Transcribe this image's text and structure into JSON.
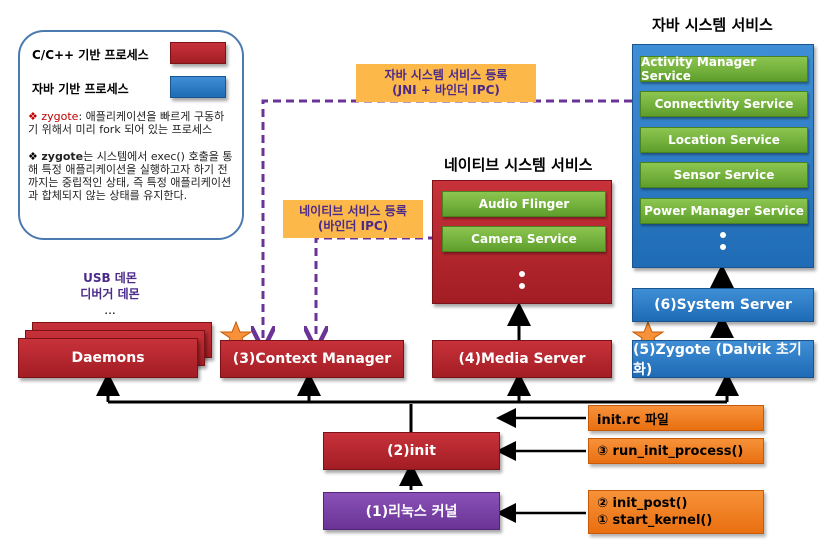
{
  "legend": {
    "cpp_label": "C/C++ 기반 프로세스",
    "java_label": "자바 기반 프로세스",
    "note1_head": "zygote",
    "note1_tail": ": 애플리케이션을 빠르게 구동하기 위해서 미리 fork 되어 있는 프로세스",
    "note2_head": "zygote",
    "note2_tail": "는 시스템에서 exec() 호출을 통해 특정 애플리케이션을 실행하고자 하기 전까지는 중립적인 상태, 즉 특정 애플리케이션과 합체되지 않는 상태를 유지한다.",
    "bullet_mark": "❖",
    "colors": {
      "cpp": "#b5252c",
      "java": "#2a78c4"
    }
  },
  "java_services": {
    "title": "자바 시스템 서비스",
    "items": [
      "Activity Manager Service",
      "Connectivity Service",
      "Location Service",
      "Sensor Service",
      "Power Manager Service"
    ]
  },
  "native_services": {
    "title": "네이티브 시스템 서비스",
    "items": [
      "Audio Flinger",
      "Camera Service"
    ]
  },
  "notes": {
    "java_register_line1": "자바 시스템 서비스 등록",
    "java_register_line2": "(JNI + 바인더 IPC)",
    "native_register_line1": "네이티브 서비스 등록",
    "native_register_line2": "(바인더 IPC)"
  },
  "daemons_caption": {
    "line1": "USB 데몬",
    "line2": "디버거 데몬",
    "line3": "..."
  },
  "processes": {
    "daemons": "Daemons",
    "context_manager": "(3)Context Manager",
    "media_server": "(4)Media Server",
    "zygote": "(5)Zygote (Dalvik 초기화)",
    "system_server": "(6)System Server",
    "init": "(2)init",
    "kernel": "(1)리눅스 커널"
  },
  "steps": {
    "init_rc": "init.rc 파일",
    "run_init": "③ run_init_process()",
    "init_post": "② init_post()",
    "start_kernel": "① start_kernel()"
  }
}
